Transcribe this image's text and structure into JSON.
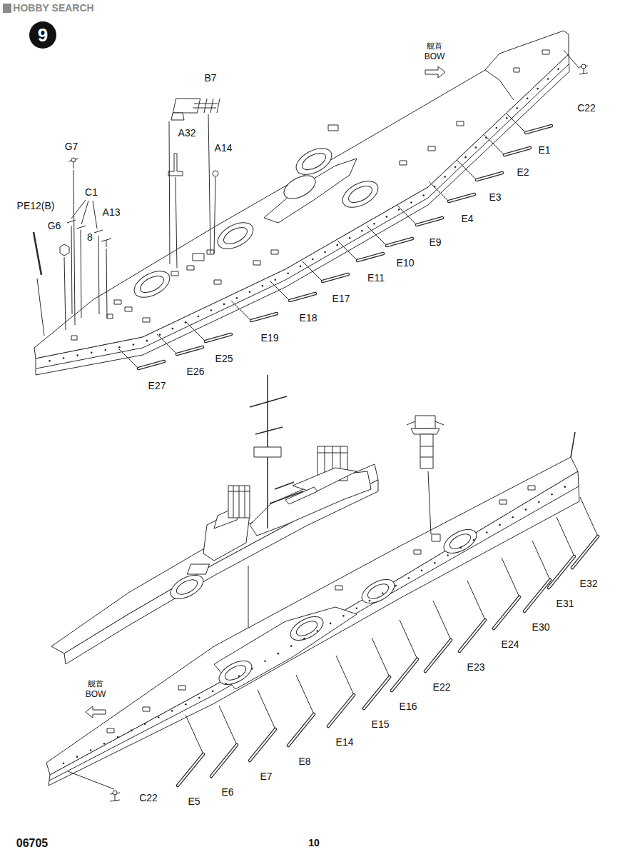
{
  "diagram": {
    "nodes": [
      {
        "text": [
          "9"
        ]
      }
    ],
    "labels": [
      "HOBBY SEARCH",
      "舰首",
      "BOW",
      "B7",
      "A32",
      "A14",
      "G7",
      "C1",
      "A13",
      "PE12(B)",
      "G6",
      "8",
      "C22",
      "E1",
      "E2",
      "E3",
      "E4",
      "E9",
      "E10",
      "E11",
      "E17",
      "E18",
      "E19",
      "E25",
      "E26",
      "E27",
      "舰首",
      "BOW",
      "C22",
      "E5",
      "E6",
      "E7",
      "E8",
      "E14",
      "E15",
      "E16",
      "E22",
      "E23",
      "E24",
      "E30",
      "E31",
      "E32",
      "06705",
      "10"
    ]
  }
}
